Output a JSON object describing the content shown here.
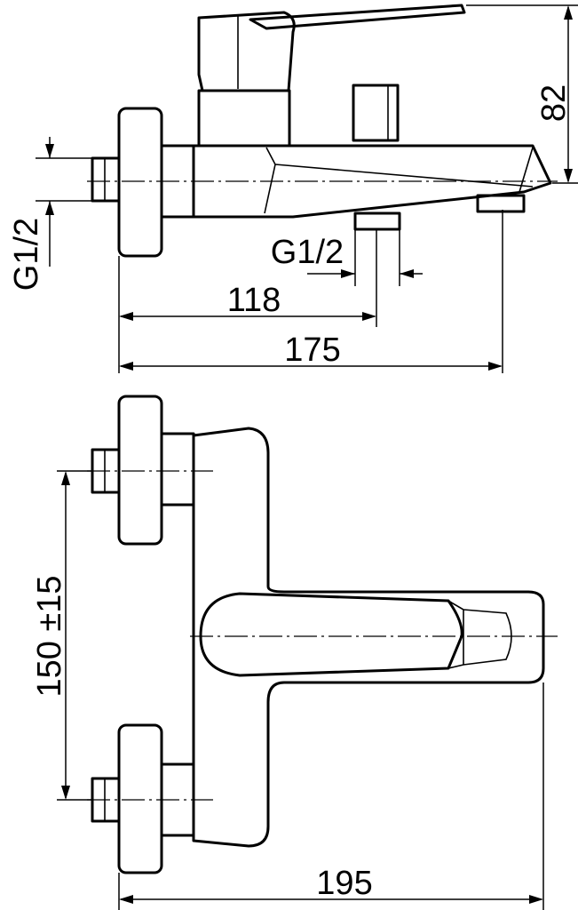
{
  "dimensions": {
    "height_82": "82",
    "inlet_thread_left": "G1/2",
    "outlet_thread": "G1/2",
    "length_118": "118",
    "length_175": "175",
    "spacing": "150 ±15",
    "width_195": "195"
  },
  "colors": {
    "line": "#000000",
    "background": "#ffffff"
  }
}
